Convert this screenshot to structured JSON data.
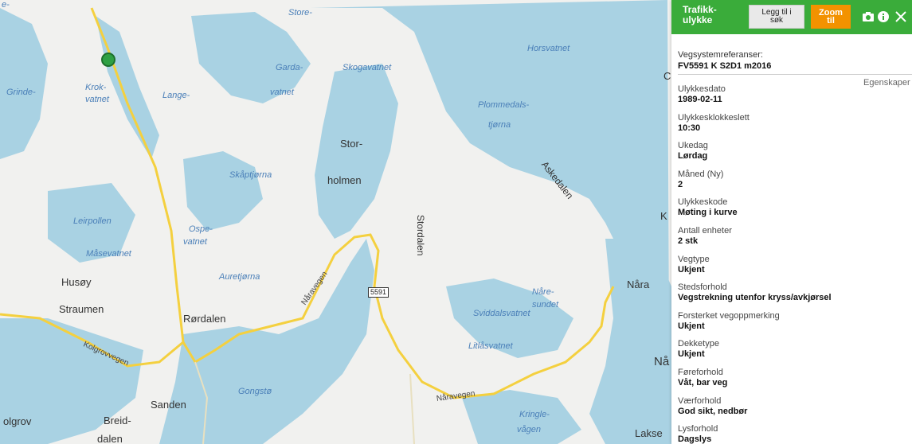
{
  "map": {
    "water_labels": [
      {
        "text": "Store-"
      },
      {
        "text": "Garda-"
      },
      {
        "text": "Skogavatnet"
      },
      {
        "text": "Horsvatnet"
      },
      {
        "text": "Krok-"
      },
      {
        "text": "vatnet"
      },
      {
        "text": "Grinde-"
      },
      {
        "text": "Lange-"
      },
      {
        "text": "vatnet"
      },
      {
        "text": "Plommedals-"
      },
      {
        "text": "tjørna"
      },
      {
        "text": "Skåptjørna"
      },
      {
        "text": "Leirpollen"
      },
      {
        "text": "Ospe-"
      },
      {
        "text": "vatnet"
      },
      {
        "text": "Måsevatnet"
      },
      {
        "text": "Auretjørna"
      },
      {
        "text": "Nåre-"
      },
      {
        "text": "sundet"
      },
      {
        "text": "Sviddalsvatnet"
      },
      {
        "text": "Litlåsvatnet"
      },
      {
        "text": "Gongstø"
      },
      {
        "text": "Kringle-"
      },
      {
        "text": "vågen"
      },
      {
        "text": "e-"
      }
    ],
    "place_labels": [
      {
        "text": "Stor-"
      },
      {
        "text": "holmen"
      },
      {
        "text": "Stordalen"
      },
      {
        "text": "Askedalen"
      },
      {
        "text": "Husøy"
      },
      {
        "text": "Straumen"
      },
      {
        "text": "Rørdalen"
      },
      {
        "text": "Sanden"
      },
      {
        "text": "Breid-"
      },
      {
        "text": "dalen"
      },
      {
        "text": "olgrov"
      },
      {
        "text": "Nåra"
      },
      {
        "text": "Lakse"
      },
      {
        "text": "Nå"
      },
      {
        "text": "K"
      },
      {
        "text": "C"
      }
    ],
    "road_names": [
      {
        "text": "Kolgrovvegen"
      },
      {
        "text": "Nåravegen"
      },
      {
        "text": "Nåravegen"
      }
    ],
    "road_shield": "5591",
    "colors": {
      "water": "#a9d2e3",
      "land": "#f1f1ef",
      "road": "#f4d03f",
      "marker": "#2ea043"
    }
  },
  "panel": {
    "title": "Trafikk-\nulykke",
    "add_button": "Legg til i\nsøk",
    "zoom_button": "Zoom\ntil",
    "icons": [
      "camera-icon",
      "info-icon",
      "close-icon"
    ],
    "vegsystem_label": "Vegsystemreferanser:",
    "vegsystem_value": "FV5591 K S2D1 m2016",
    "tab_label": "Egenskaper",
    "properties": [
      {
        "key": "Ulykkesdato",
        "value": "1989-02-11"
      },
      {
        "key": "Ulykkesklokkeslett",
        "value": "10:30"
      },
      {
        "key": "Ukedag",
        "value": "Lørdag"
      },
      {
        "key": "Måned (Ny)",
        "value": "2"
      },
      {
        "key": "Ulykkeskode",
        "value": "Møting i kurve"
      },
      {
        "key": "Antall enheter",
        "value": "2 stk"
      },
      {
        "key": "Vegtype",
        "value": "Ukjent"
      },
      {
        "key": "Stedsforhold",
        "value": "Vegstrekning utenfor kryss/avkjørsel"
      },
      {
        "key": "Forsterket vegoppmerking",
        "value": "Ukjent"
      },
      {
        "key": "Dekketype",
        "value": "Ukjent"
      },
      {
        "key": "Føreforhold",
        "value": "Våt, bar veg"
      },
      {
        "key": "Værforhold",
        "value": "God sikt, nedbør"
      },
      {
        "key": "Lysforhold",
        "value": "Dagslys"
      }
    ]
  }
}
